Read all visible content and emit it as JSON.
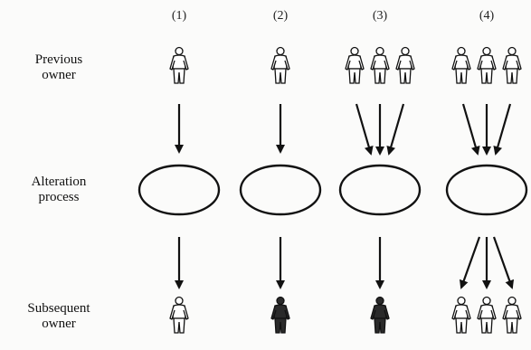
{
  "row_labels": {
    "previous": [
      "Previous",
      "owner"
    ],
    "alteration": [
      "Alteration",
      "process"
    ],
    "subsequent": [
      "Subsequent",
      "owner"
    ]
  },
  "columns": [
    {
      "label": "(1)",
      "previous_owners": 1,
      "subsequent_owners": 1,
      "subsequent_shade": "light"
    },
    {
      "label": "(2)",
      "previous_owners": 1,
      "subsequent_owners": 1,
      "subsequent_shade": "dark"
    },
    {
      "label": "(3)",
      "previous_owners": 3,
      "subsequent_owners": 1,
      "subsequent_shade": "dark"
    },
    {
      "label": "(4)",
      "previous_owners": 3,
      "subsequent_owners": 3,
      "subsequent_shade": "light"
    }
  ],
  "colors": {
    "ink": "#111111",
    "dark_fill": "#2a2a2a",
    "light_fill": "#ffffff"
  }
}
